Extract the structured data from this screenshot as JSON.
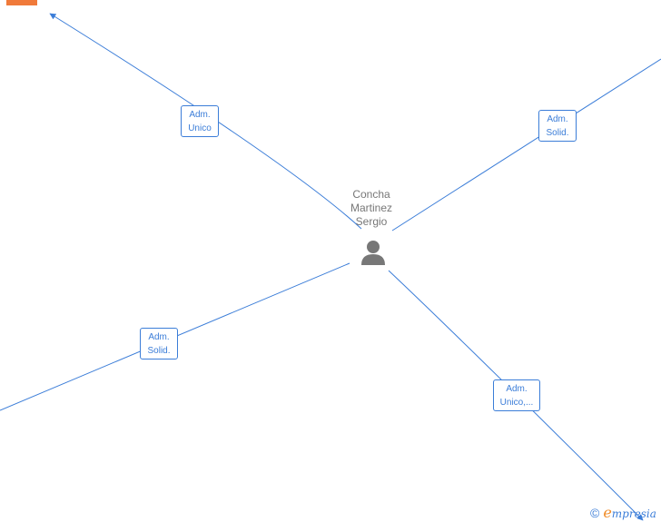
{
  "person": {
    "name_lines": [
      "Concha",
      "Martinez",
      "Sergio"
    ],
    "icon": "person-icon"
  },
  "links": [
    {
      "role_lines": [
        "Adm.",
        "Unico"
      ],
      "direction": "top-left"
    },
    {
      "role_lines": [
        "Adm.",
        "Solid."
      ],
      "direction": "top-right"
    },
    {
      "role_lines": [
        "Adm.",
        "Solid."
      ],
      "direction": "bottom-left"
    },
    {
      "role_lines": [
        "Adm.",
        "Unico,..."
      ],
      "direction": "bottom-right"
    }
  ],
  "brand": {
    "copyright": "©",
    "initial": "e",
    "rest": "mpresia"
  },
  "colors": {
    "edge": "#3b7dd8",
    "person": "#777777",
    "company": "#f07a3a"
  }
}
